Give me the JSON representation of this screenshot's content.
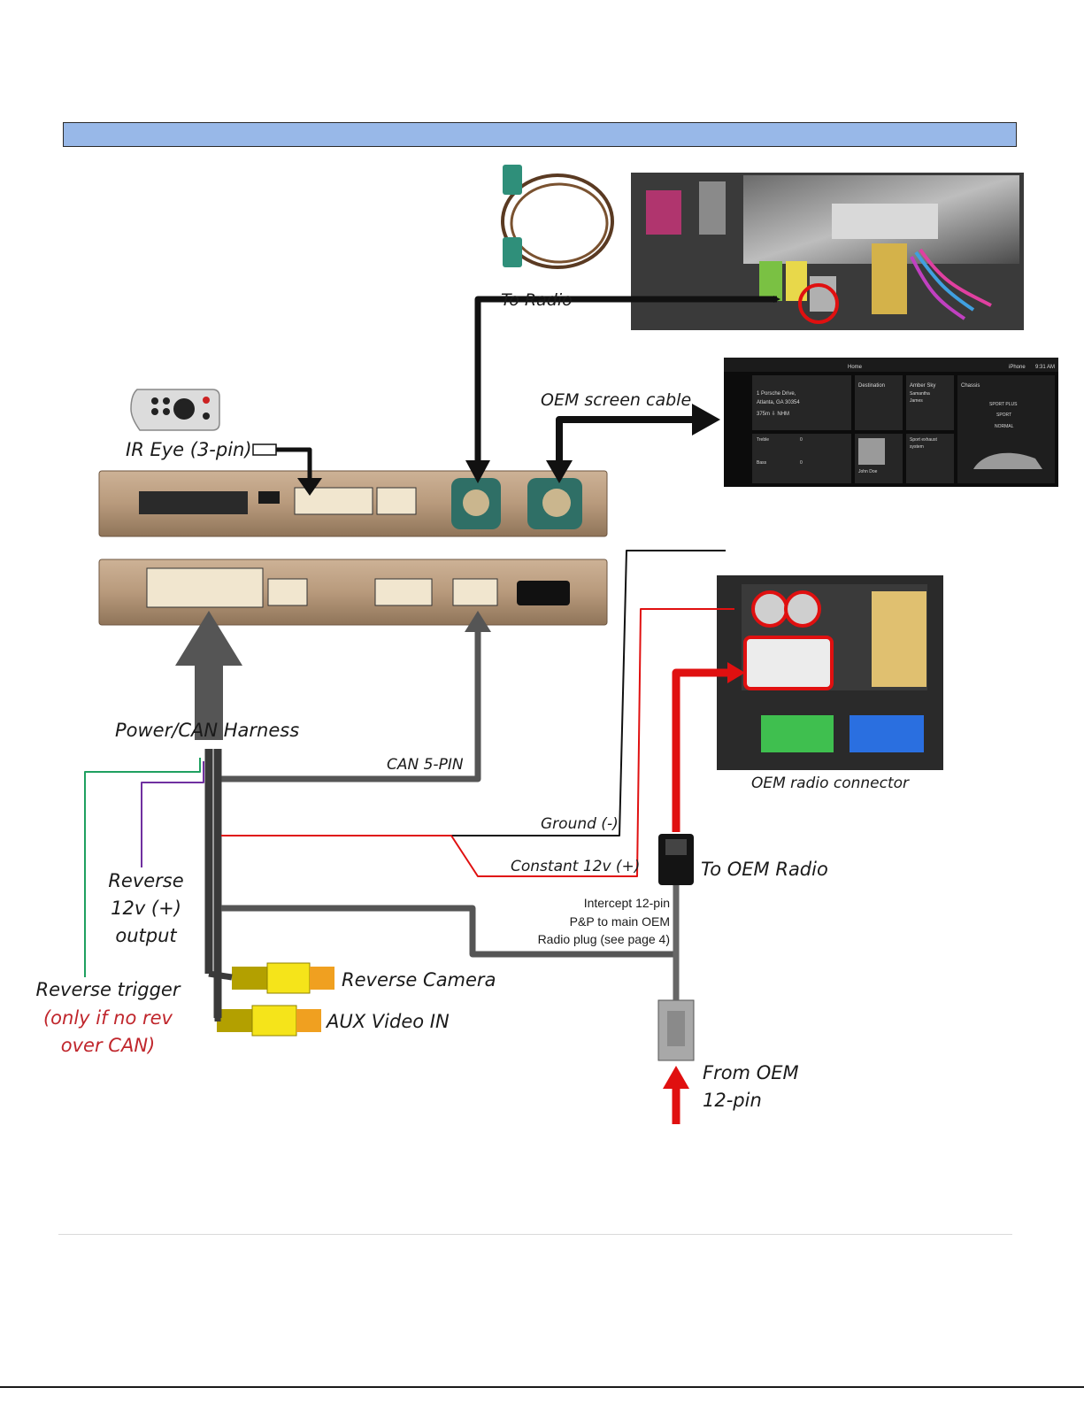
{
  "labels": {
    "to_radio": "To Radio",
    "oem_screen_cable": "OEM screen cable",
    "ir_eye": "IR Eye (3-pin)",
    "power_can_harness": "Power/CAN Harness",
    "can_5pin": "CAN 5-PIN",
    "ground": "Ground (-)",
    "constant_12v": "Constant 12v (+)",
    "to_oem_radio": "To OEM Radio",
    "intercept_line1": "Intercept 12-pin",
    "intercept_line2": "P&P to main OEM",
    "intercept_line3": "Radio plug (see page 4)",
    "reverse_output_line1": "Reverse",
    "reverse_output_line2": "12v (+)",
    "reverse_output_line3": "output",
    "reverse_trigger": "Reverse trigger",
    "reverse_trigger_note1": "(only if no rev",
    "reverse_trigger_note2": "over CAN)",
    "reverse_camera": "Reverse Camera",
    "aux_video_in": "AUX Video IN",
    "from_oem_line1": "From OEM",
    "from_oem_line2": "12-pin",
    "oem_radio_connector": "OEM radio connector"
  },
  "screen_ui": {
    "home": "Home",
    "iphone": "iPhone",
    "time": "9:31 AM",
    "address_line1": "1 Porsche Drive,",
    "address_line2": "Atlanta, GA 30354",
    "distance": "375m ⇩ NHM",
    "destination": "Destination",
    "media_title": "Amber Sky",
    "media_artist1": "Samantha",
    "media_artist2": "James",
    "chassis": "Chassis",
    "mode1": "SPORT PLUS",
    "mode2": "SPORT",
    "mode3": "NORMAL",
    "treble": "Treble",
    "bass": "Bass",
    "treble_value": "0",
    "bass_value": "0",
    "contact": "John Doe",
    "sport_exhaust1": "Sport exhaust",
    "sport_exhaust2": "system"
  },
  "colors": {
    "title_bar": "#98b8e8",
    "wire_black": "#111111",
    "wire_gray": "#555555",
    "wire_red": "#e01010",
    "wire_green": "#1fa060",
    "wire_purple": "#7030a0",
    "note_red": "#c0262c",
    "module_box": "#b89a7c",
    "rca_yellow": "#f5e41a"
  }
}
